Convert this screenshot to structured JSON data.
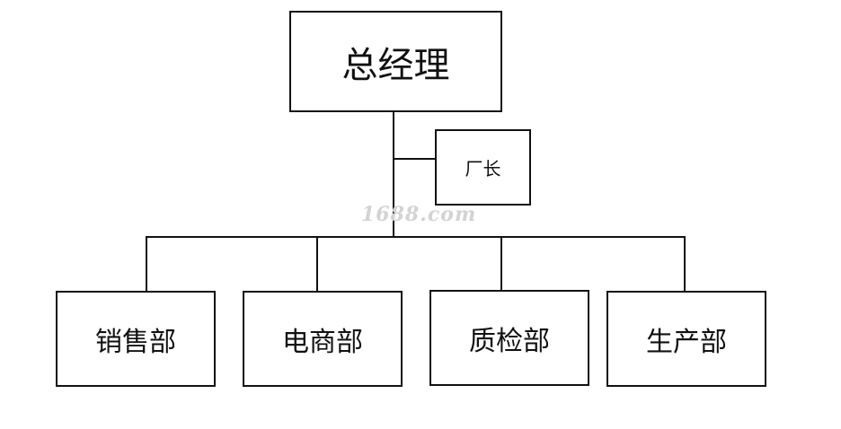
{
  "org_chart": {
    "top": {
      "label": "总经理"
    },
    "assistant": {
      "label": "厂长"
    },
    "departments": [
      {
        "label": "销售部"
      },
      {
        "label": "电商部"
      },
      {
        "label": "质检部"
      },
      {
        "label": "生产部"
      }
    ]
  },
  "watermark": "1688.com",
  "colors": {
    "line": "#111111",
    "background": "#ffffff",
    "watermark": "#d3d3d3"
  }
}
